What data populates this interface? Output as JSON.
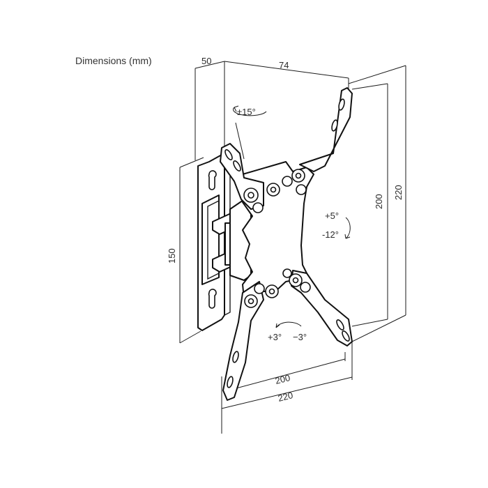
{
  "title": "Dimensions (mm)",
  "dimensions": {
    "arm_depth": "50",
    "wall_to_plate": "74",
    "vesa_height_inner": "200",
    "vesa_height_outer": "220",
    "wall_plate_height": "150",
    "vesa_width_inner": "200",
    "vesa_width_outer": "220"
  },
  "rotation": {
    "swivel": "±15°",
    "tilt_up": "+5°",
    "tilt_down": "-12°",
    "level_cw": "+3°",
    "level_ccw": "−3°"
  },
  "colors": {
    "line": "#1a1a1a",
    "background": "#ffffff"
  }
}
